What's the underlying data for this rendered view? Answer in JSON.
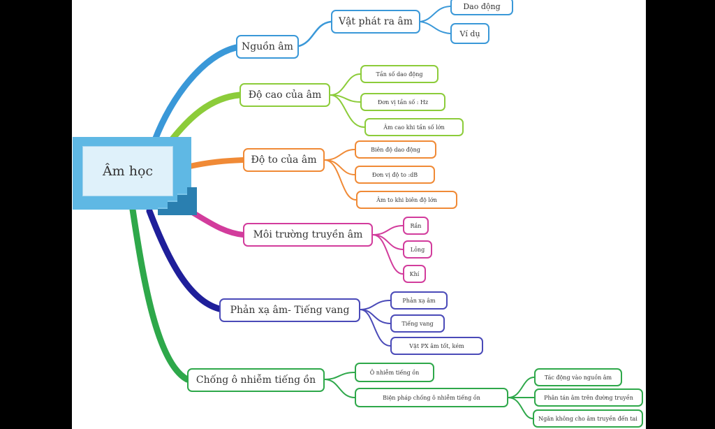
{
  "root": {
    "label": "Âm học"
  },
  "branches": [
    {
      "id": "b1",
      "color": "#3a98d8",
      "label": "Nguồn âm",
      "children": [
        {
          "label": "Vật phát ra âm",
          "children": [
            {
              "label": "Dao động"
            },
            {
              "label": "Ví dụ"
            }
          ]
        }
      ]
    },
    {
      "id": "b2",
      "color": "#8ccc3a",
      "label": "Độ cao của âm",
      "children": [
        {
          "label": "Tần số dao động"
        },
        {
          "label": "Đơn vị tần số : Hz"
        },
        {
          "label": "Âm cao khi tần số lớn"
        }
      ]
    },
    {
      "id": "b3",
      "color": "#f08a36",
      "label": "Độ to của âm",
      "children": [
        {
          "label": "Biên độ dao động"
        },
        {
          "label": "Đơn vị độ to :dB"
        },
        {
          "label": "Âm to khi biên độ lớn"
        }
      ]
    },
    {
      "id": "b4",
      "color": "#d23c9c",
      "label": "Môi trường truyền âm",
      "children": [
        {
          "label": "Rắn"
        },
        {
          "label": "Lỏng"
        },
        {
          "label": "Khí"
        }
      ]
    },
    {
      "id": "b5",
      "color": "#4a4ab8",
      "label": "Phản xạ âm- Tiếng vang",
      "children": [
        {
          "label": "Phản xạ âm"
        },
        {
          "label": "Tiếng vang"
        },
        {
          "label": "Vật PX âm tốt, kém"
        }
      ]
    },
    {
      "id": "b6",
      "color": "#2ea84a",
      "label": "Chống ô nhiễm tiếng ồn",
      "children": [
        {
          "label": "Ô nhiễm tiếng ồn"
        },
        {
          "label": "Biện pháp chống ô nhiễm tiếng ồn",
          "children": [
            {
              "label": "Tác động vào nguồn âm"
            },
            {
              "label": "Phân tán âm trên đường truyền"
            },
            {
              "label": "Ngăn không cho âm truyền đến tai"
            }
          ]
        }
      ]
    }
  ]
}
